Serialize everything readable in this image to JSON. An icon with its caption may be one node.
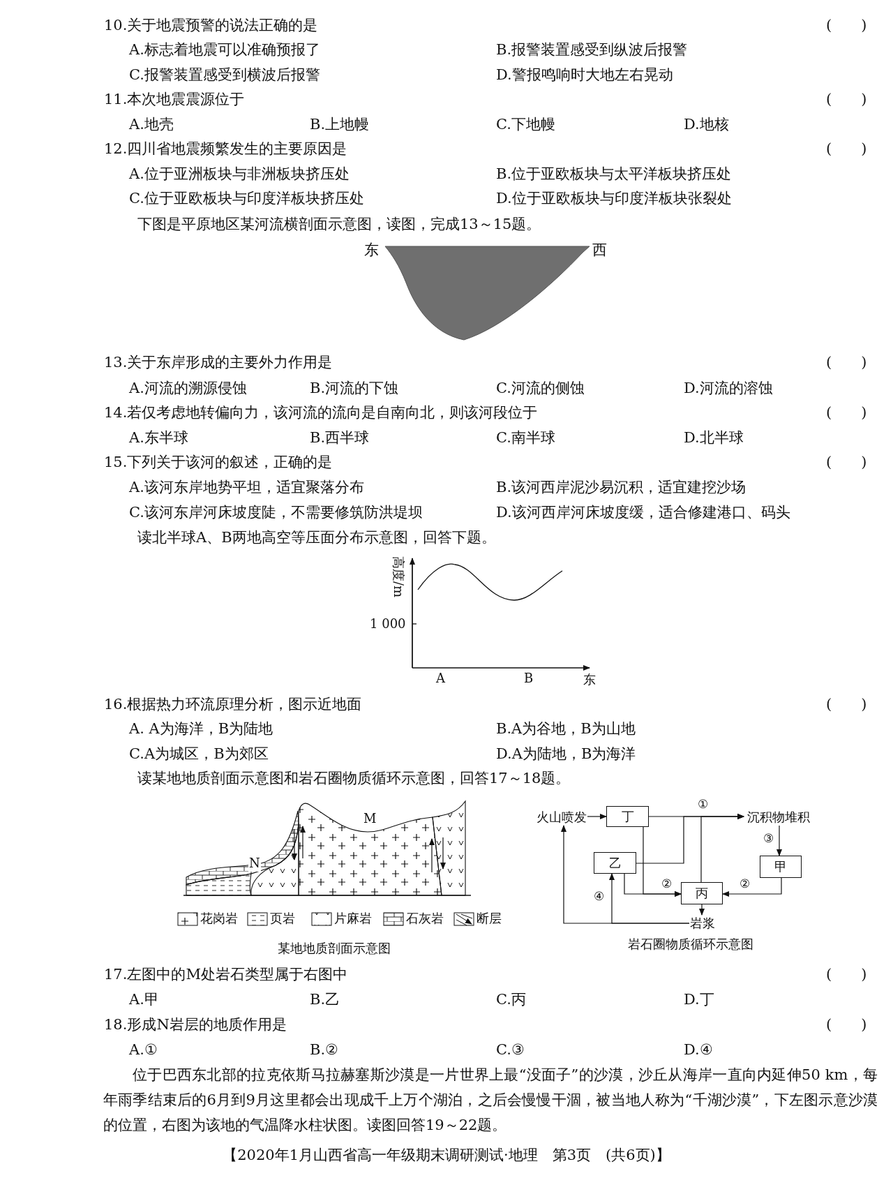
{
  "diagram": {
    "nodes": [
      {
        "text": [
          "火山喷发"
        ]
      },
      {
        "text": [
          "丁"
        ]
      },
      {
        "text": [
          "沉积物堆积"
        ]
      },
      {
        "text": [
          "乙"
        ]
      },
      {
        "text": [
          "甲"
        ]
      },
      {
        "text": [
          "丙"
        ]
      },
      {
        "text": [
          "岩浆"
        ]
      }
    ],
    "edges": [
      {
        "from": 0,
        "to": 1,
        "arrow": "to"
      },
      {
        "from": 1,
        "to": 2,
        "arrow": "to",
        "label": "①"
      },
      {
        "from": 3,
        "to": 2,
        "arrow": "to"
      },
      {
        "from": 5,
        "to": 2,
        "arrow": "to"
      },
      {
        "from": 1,
        "to": 5,
        "arrow": "to"
      },
      {
        "from": 3,
        "to": 5,
        "arrow": "to",
        "label": "②"
      },
      {
        "from": 2,
        "to": 4,
        "arrow": "to",
        "label": "③"
      },
      {
        "from": 4,
        "to": 5,
        "arrow": "to",
        "label": "②"
      },
      {
        "from": 5,
        "to": 6,
        "arrow": "to"
      },
      {
        "from": 6,
        "to": 0,
        "arrow": "to"
      },
      {
        "from": 6,
        "to": 3,
        "arrow": "to",
        "label": "④"
      }
    ],
    "labels": [
      "10.关于地震预警的说法正确的是",
      "(　　)",
      "A.标志着地震可以准确预报了",
      "B.报警装置感受到纵波后报警",
      "C.报警装置感受到横波后报警",
      "D.警报鸣响时大地左右晃动",
      "11.本次地震震源位于",
      "(　　)",
      "A.地壳",
      "B.上地幔",
      "C.下地幔",
      "D.地核",
      "12.四川省地震频繁发生的主要原因是",
      "(　　)",
      "A.位于亚洲板块与非洲板块挤压处",
      "B.位于亚欧板块与太平洋板块挤压处",
      "C.位于亚欧板块与印度洋板块挤压处",
      "D.位于亚欧板块与印度洋板块张裂处",
      "下图是平原地区某河流横剖面示意图，读图，完成13～15题。",
      "东",
      "西",
      "13.关于东岸形成的主要外力作用是",
      "(　　)",
      "A.河流的溯源侵蚀",
      "B.河流的下蚀",
      "C.河流的侧蚀",
      "D.河流的溶蚀",
      "14.若仅考虑地转偏向力，该河流的流向是自南向北，则该河段位于",
      "(　　)",
      "A.东半球",
      "B.西半球",
      "C.南半球",
      "D.北半球",
      "15.下列关于该河的叙述，正确的是",
      "(　　)",
      "A.该河东岸地势平坦，适宜聚落分布",
      "B.该河西岸泥沙易沉积，适宜建挖沙场",
      "C.该河东岸河床坡度陡，不需要修筑防洪堤坝",
      "D.该河西岸河床坡度缓，适合修建港口、码头",
      "读北半球A、B两地高空等压面分布示意图，回答下题。",
      "高度/m",
      "1 000",
      "A",
      "B",
      "东",
      "16.根据热力环流原理分析，图示近地面",
      "(　　)",
      "A. A为海洋，B为陆地",
      "B.A为谷地，B为山地",
      "C.A为城区，B为郊区",
      "D.A为陆地，B为海洋",
      "读某地地质剖面示意图和岩石圈物质循环示意图，回答17～18题。",
      "M",
      "N",
      "某地地质剖面示意图",
      "岩石圈物质循环示意图",
      "17.左图中的M处岩石类型属于右图中",
      "(　　)",
      "A.甲",
      "B.乙",
      "C.丙",
      "D.丁",
      "18.形成N岩层的地质作用是",
      "(　　)",
      "A.①",
      "B.②",
      "C.③",
      "D.④",
      "位于巴西东北部的拉克依斯马拉赫塞斯沙漠是一片世界上最“没面子”的沙漠，沙丘从海岸一直向内延伸50 km，每年雨季结束后的6月到9月这里都会出现成千上万个湖泊，之后会慢慢干涸，被当地人称为“千湖沙漠”，下左图示意沙漠的位置，右图为该地的气温降水柱状图。读图回答19～22题。",
      "【2020年1月山西省高一年级期末调研测试·地理　第3页　(共6页)】"
    ],
    "legend": [
      {
        "text": "花岗岩"
      },
      {
        "text": "页岩"
      },
      {
        "text": "片麻岩"
      },
      {
        "text": "石灰岩"
      },
      {
        "text": "断层"
      }
    ]
  }
}
